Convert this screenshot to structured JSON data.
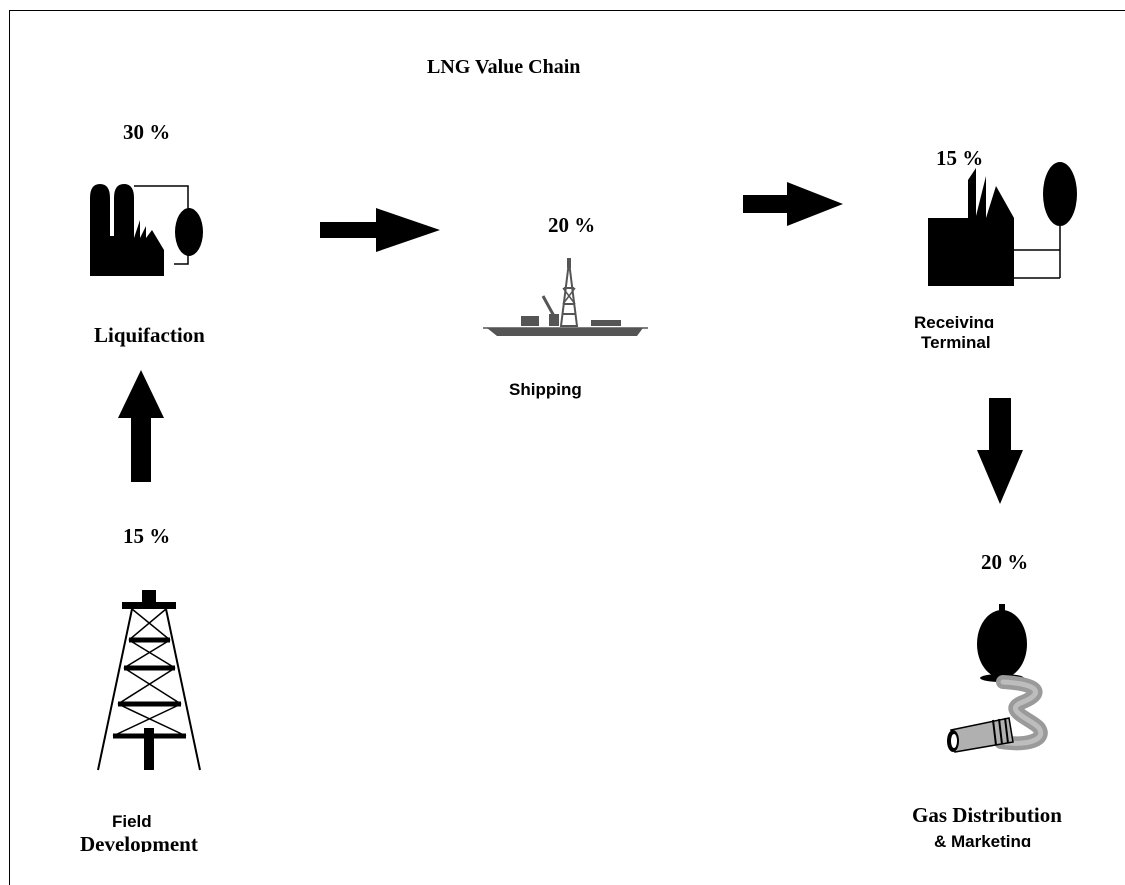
{
  "title": "LNG Value Chain",
  "stages": {
    "liquifaction": {
      "label": "Liquifaction",
      "percent": "30 %"
    },
    "shipping": {
      "label": "Shipping",
      "percent": "20 %"
    },
    "receiving_terminal": {
      "label_line1": "Receiving",
      "label_line2": "Terminal",
      "percent": "15 %"
    },
    "gas_distribution": {
      "label_line1": "Gas Distribution",
      "label_line2": "& Marketing",
      "percent": "20 %"
    },
    "field_development": {
      "label_line1": "Field",
      "label_line2": "Development",
      "percent": "15 %"
    }
  },
  "icons": [
    "liquefaction-plant-icon",
    "drill-ship-icon",
    "receiving-terminal-icon",
    "gas-pipeline-icon",
    "drilling-rig-icon"
  ],
  "colors": {
    "ink": "#000000",
    "ship": "#555555",
    "pipeline": "#9a9a9a"
  }
}
